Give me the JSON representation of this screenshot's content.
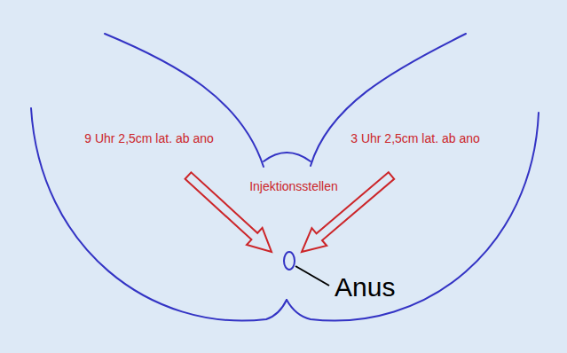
{
  "diagram": {
    "labels": [
      "9 Uhr 2,5cm lat. ab ano",
      "3 Uhr 2,5cm lat. ab ano",
      "Injektionsstellen",
      "Anus"
    ]
  }
}
